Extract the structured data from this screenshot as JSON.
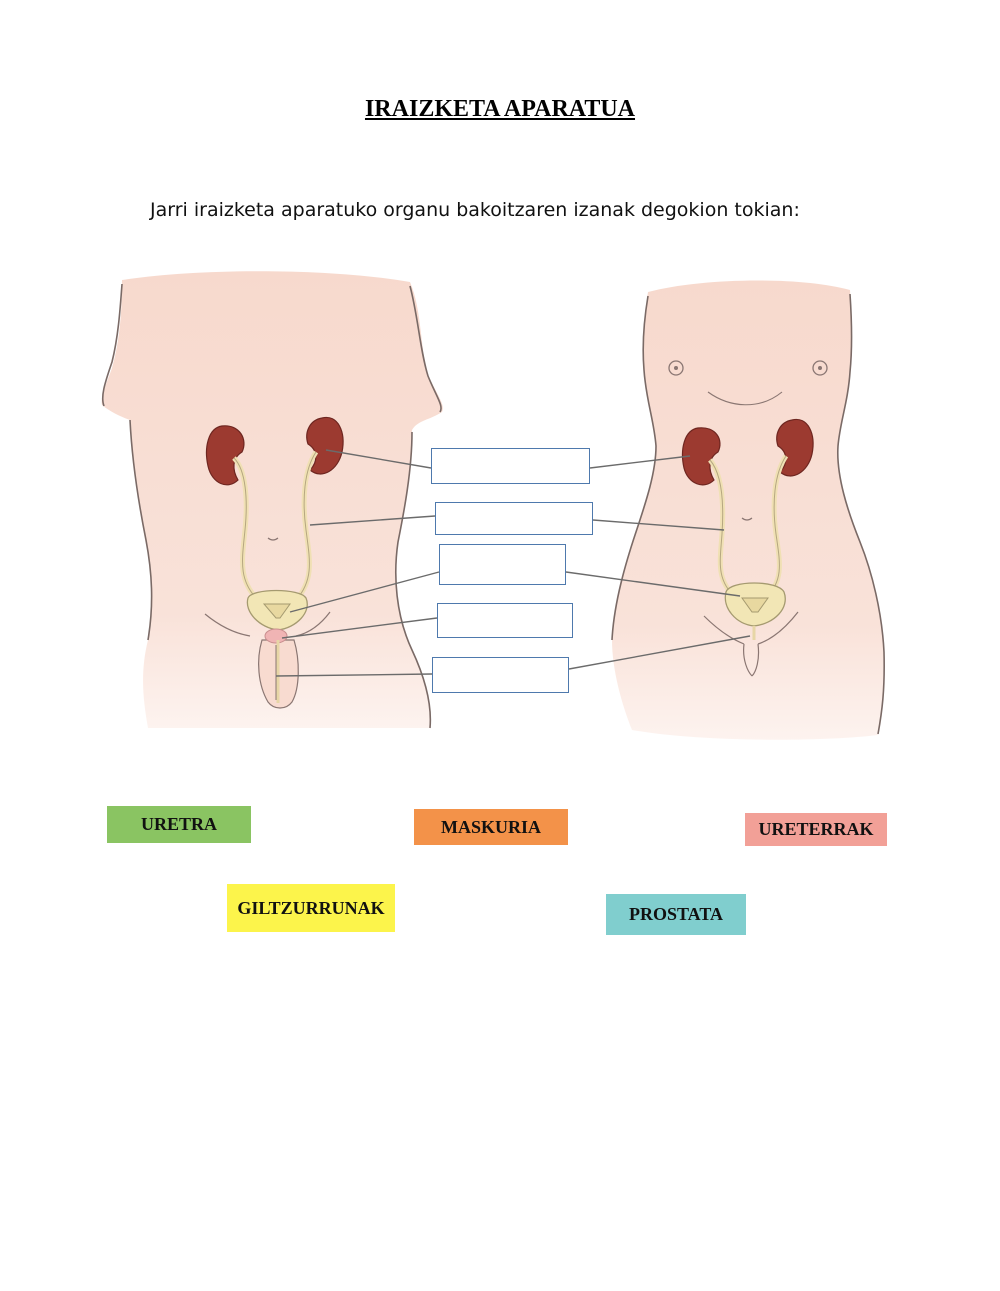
{
  "header": {
    "title": "IRAIZKETA APARATUA",
    "instruction": "Jarri iraizketa aparatuko organu bakoitzaren izanak degokion tokian:"
  },
  "answer_boxes": [
    {
      "id": "box-1",
      "value": ""
    },
    {
      "id": "box-2",
      "value": ""
    },
    {
      "id": "box-3",
      "value": ""
    },
    {
      "id": "box-4",
      "value": ""
    },
    {
      "id": "box-5",
      "value": ""
    }
  ],
  "word_bank": [
    {
      "label": "URETRA",
      "color": "#8ac462"
    },
    {
      "label": "MASKURIA",
      "color": "#f39249"
    },
    {
      "label": "URETERRAK",
      "color": "#f2a097"
    },
    {
      "label": "GILTZURRUNAK",
      "color": "#fcf44b"
    },
    {
      "label": "PROSTATA",
      "color": "#80cece"
    }
  ],
  "colors": {
    "skin": "#f8ddd3",
    "skin_outline": "#7a6a66",
    "kidney": "#9c3a30",
    "bladder": "#f2e6b5",
    "prostate": "#f0b4b4",
    "leader_line": "#6b6b6b",
    "box_border": "#4e79ad"
  }
}
